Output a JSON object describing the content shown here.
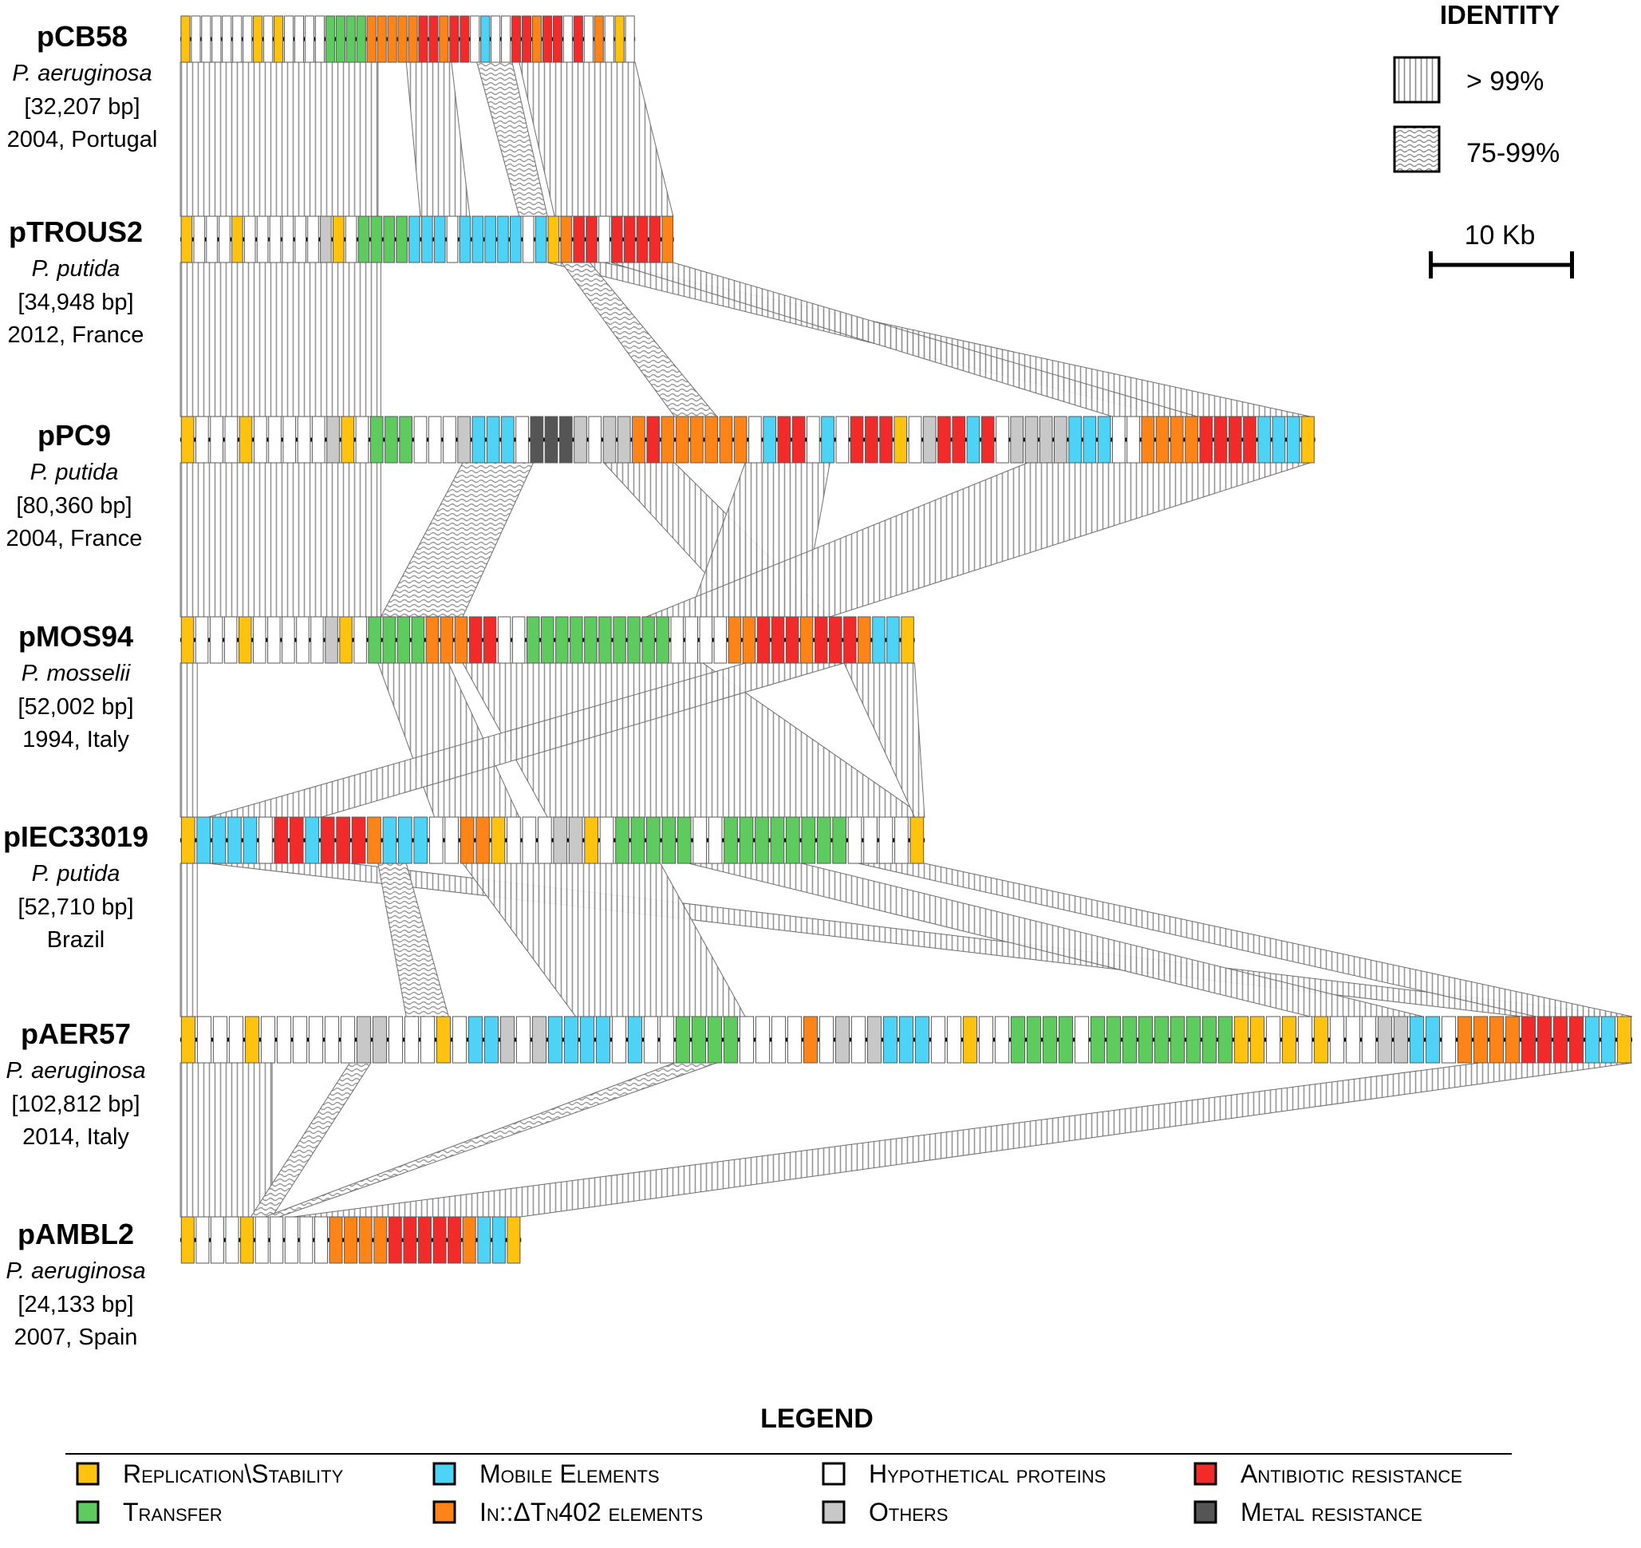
{
  "plasmids": [
    {
      "name": "pCB58",
      "species": "P. aeruginosa",
      "size": "[32,207 bp]",
      "origin": "2004, Portugal",
      "bp": 32207,
      "genes": "YW4WWYWYWWWWGGGGOOOOORRORRWBWWRRORRWRWOWYW"
    },
    {
      "name": "pTROUS2",
      "species": "P. putida",
      "size": "[34,948 bp]",
      "origin": "2012, France",
      "bp": 34948,
      "genes": "YW3YWWWWWWXYWGGGGBBBWBBBBBWBYORRWRRRRO"
    },
    {
      "name": "pPC9",
      "species": "P. putida",
      "size": "[80,360 bp]",
      "origin": "2004, France",
      "bp": 80360,
      "genes": "YW3YWWWWWXYWGGGWWWXBBBWKKKXWXXOROOOOOOWBRRWBWRRRYWXRRBRWXXXXBBBWWOOOORRRRBBBY"
    },
    {
      "name": "pMOS94",
      "species": "P. mosselii",
      "size": "[52,002 bp]",
      "origin": "1994, Italy",
      "bp": 52002,
      "genes": "YW3YWWWWWXYWGGGGOOORRWWGGGGGGGGGGWWWWOORRRORRROBBY"
    },
    {
      "name": "pIEC33019",
      "species": "P. putida",
      "size": "[52,710 bp]",
      "origin": "Brazil",
      "bp": 52710,
      "genes": "YBBBBWRRBRRROBBBWWOOYWWWXXYWGGGGGWWGGGGGGGGWWWWY"
    },
    {
      "name": "pAER57",
      "species": "P. aeruginosa",
      "size": "[102,812 bp]",
      "origin": "2014, Italy",
      "bp": 102812,
      "genes": "YW3YWWWWWWXXWWWYWBBXWXBBBBWBWWGGGGWWWWOWXWXBBBWWYWWGGGGWGGGGGGGGGYYWYWYWWWXXBBWOOOORRRRBBY"
    },
    {
      "name": "pAMBL2",
      "species": "P. aeruginosa",
      "size": "[24,133 bp]",
      "origin": "2007, Spain",
      "bp": 24133,
      "genes": "YW3YWWWWWOOOORRRRROBBY"
    }
  ],
  "identity": {
    "title": "IDENTITY",
    "high_label": "> 99%",
    "low_label": "75-99%",
    "scale_label": "10 Kb",
    "scale_kb": 10
  },
  "legend": {
    "title": "LEGEND",
    "items": [
      {
        "label": "Replication\\Stability",
        "color": "#FFC20E"
      },
      {
        "label": "Transfer",
        "color": "#5DCB5D"
      },
      {
        "label": "Mobile Elements",
        "color": "#4CD3F5"
      },
      {
        "label": "In::ΔTn402 elements",
        "color": "#FF8417"
      },
      {
        "label": "Hypothetical proteins",
        "color": "#FFFFFF"
      },
      {
        "label": "Others",
        "color": "#C8C8C8"
      },
      {
        "label": "Antibiotic resistance",
        "color": "#F22A2A"
      },
      {
        "label": "Metal resistance",
        "color": "#555555"
      }
    ]
  },
  "gene_colors": {
    "Y": "#FFC20E",
    "G": "#5DCB5D",
    "B": "#4CD3F5",
    "O": "#FF8417",
    "W": "#FFFFFF",
    "X": "#C8C8C8",
    "R": "#F22A2A",
    "K": "#555555"
  },
  "homology": [
    {
      "from": "pCB58",
      "to": "pTROUS2",
      "blocks": [
        [
          0,
          14000,
          0,
          14000,
          "high"
        ],
        [
          16000,
          19200,
          17000,
          20500,
          "high"
        ],
        [
          21000,
          23500,
          24000,
          26000,
          "low"
        ],
        [
          24000,
          32200,
          26500,
          34900,
          "high"
        ]
      ]
    },
    {
      "from": "pTROUS2",
      "to": "pPC9",
      "blocks": [
        [
          0,
          14200,
          0,
          14200,
          "high"
        ],
        [
          26000,
          30000,
          70000,
          80000,
          "high"
        ],
        [
          27000,
          29000,
          35000,
          38000,
          "low"
        ],
        [
          30500,
          34900,
          66000,
          72000,
          "high"
        ]
      ]
    },
    {
      "from": "pPC9",
      "to": "pMOS94",
      "blocks": [
        [
          0,
          14200,
          0,
          14200,
          "high"
        ],
        [
          20000,
          25000,
          14200,
          20000,
          "low"
        ],
        [
          30000,
          35000,
          40000,
          46000,
          "high"
        ],
        [
          40000,
          46000,
          36000,
          44000,
          "high"
        ],
        [
          60000,
          80000,
          33000,
          46000,
          "high"
        ]
      ]
    },
    {
      "from": "pMOS94",
      "to": "pIEC33019",
      "blocks": [
        [
          0,
          1200,
          0,
          1200,
          "high"
        ],
        [
          14000,
          19000,
          18000,
          24000,
          "high"
        ],
        [
          20000,
          37000,
          26000,
          52700,
          "high"
        ],
        [
          40000,
          47000,
          2000,
          10000,
          "high"
        ],
        [
          47000,
          52000,
          52000,
          52700,
          "high"
        ]
      ]
    },
    {
      "from": "pIEC33019",
      "to": "pAER57",
      "blocks": [
        [
          0,
          1200,
          0,
          1200,
          "high"
        ],
        [
          2000,
          12000,
          95000,
          102800,
          "high"
        ],
        [
          14000,
          16000,
          16000,
          19000,
          "low"
        ],
        [
          20000,
          34000,
          28000,
          40000,
          "high"
        ],
        [
          36000,
          44000,
          80000,
          88000,
          "high"
        ],
        [
          48000,
          52700,
          96000,
          102800,
          "high"
        ]
      ]
    },
    {
      "from": "pAER57",
      "to": "pAMBL2",
      "blocks": [
        [
          0,
          6500,
          0,
          6500,
          "high"
        ],
        [
          12000,
          13500,
          5000,
          6500,
          "low"
        ],
        [
          35000,
          38000,
          6000,
          7000,
          "low"
        ],
        [
          92000,
          102800,
          8000,
          24100,
          "high"
        ]
      ]
    }
  ]
}
